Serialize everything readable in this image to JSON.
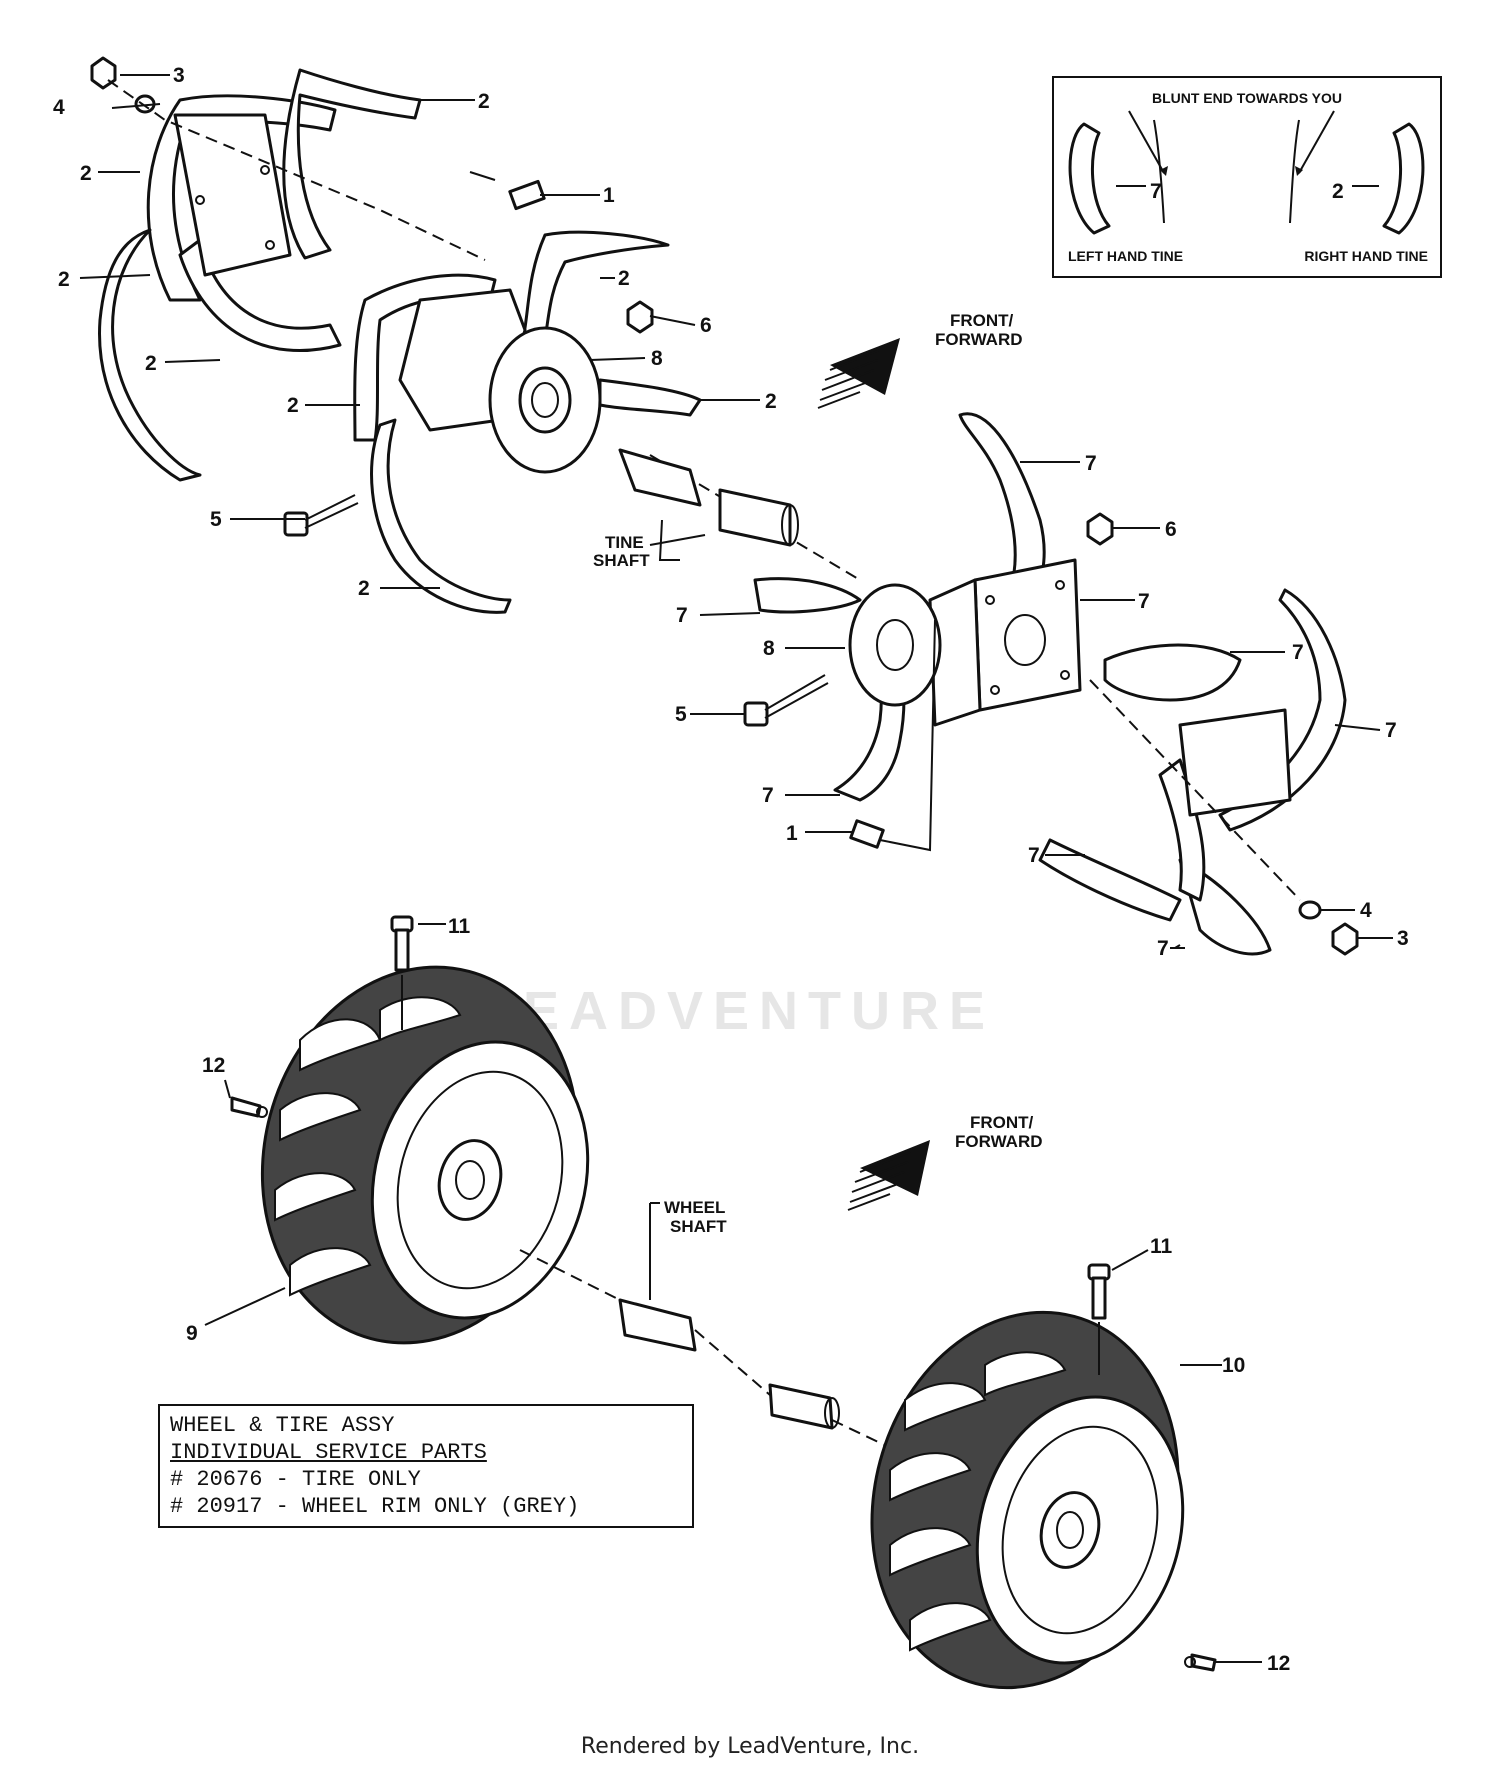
{
  "legend": {
    "header": "BLUNT END TOWARDS YOU",
    "left_number": "7",
    "right_number": "2",
    "left_caption": "LEFT HAND TINE",
    "right_caption": "RIGHT HAND TINE"
  },
  "labels": {
    "front_forward_1": "FRONT/",
    "front_forward_2": "FORWARD",
    "tine_shaft_1": "TINE",
    "tine_shaft_2": "SHAFT",
    "wheel_shaft_1": "WHEEL",
    "wheel_shaft_2": "SHAFT"
  },
  "callouts": {
    "c1": "1",
    "c2": "2",
    "c3": "3",
    "c4": "4",
    "c5": "5",
    "c6": "6",
    "c7": "7",
    "c8": "8",
    "c9": "9",
    "c10": "10",
    "c11": "11",
    "c12": "12"
  },
  "service_box": {
    "line1": "WHEEL & TIRE ASSY",
    "line2": "INDIVIDUAL SERVICE PARTS",
    "line3": "# 20676 - TIRE ONLY",
    "line4": "# 20917 - WHEEL RIM ONLY (GREY)"
  },
  "watermark": "LEADVENTURE",
  "credit": "Rendered by LeadVenture, Inc."
}
